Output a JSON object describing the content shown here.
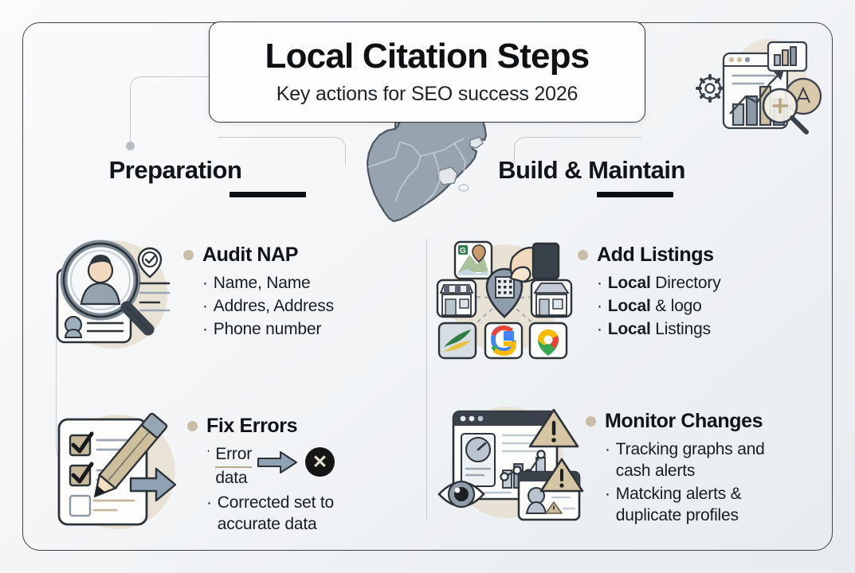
{
  "title": {
    "main": "Local Citation Steps",
    "sub": "Key actions for SEO success 2026"
  },
  "colors": {
    "accent_bullet": "#c9bda8",
    "heading_rule": "#0d1013",
    "frame_border": "#3b4147",
    "connector": "#c3c8ce",
    "map_fill": "#8f9ca8",
    "x_badge_bg": "#151515"
  },
  "icons": {
    "hero": "analytics-growth-icon",
    "audit": "id-card-magnifier-icon",
    "fix": "checklist-pencil-arrow-icon",
    "add": "hand-map-pin-listings-icon",
    "monitor": "dashboard-eye-alerts-icon",
    "map": "south-africa-map-icon",
    "x_badge": "error-x-icon",
    "inline_arrow": "right-arrow-icon"
  },
  "columns": [
    {
      "id": "preparation",
      "heading": "Preparation",
      "items": [
        {
          "id": "audit-nap",
          "title": "Audit NAP",
          "bullets": [
            "Name, Name",
            "Addres, Address",
            "Phone number"
          ]
        },
        {
          "id": "fix-errors",
          "title": "Fix Errors",
          "bullets": [
            "Error data",
            "Corrected set to accurate data"
          ],
          "bullet_parts": {
            "error_word": "Error",
            "data_word": "data",
            "x_mark": "✕"
          }
        }
      ]
    },
    {
      "id": "build-maintain",
      "heading": "Build & Maintain",
      "items": [
        {
          "id": "add-listings",
          "title": "Add Listings",
          "bullets": [
            "Local Directory",
            "Local & logo",
            "Local Listings"
          ],
          "bullet_parts": [
            {
              "strong": "Local",
              "rest": " Directory"
            },
            {
              "strong": "Local",
              "rest": " & logo"
            },
            {
              "strong": "Local",
              "rest": " Listings"
            }
          ]
        },
        {
          "id": "monitor-changes",
          "title": "Monitor Changes",
          "bullets": [
            "Tracking graphs and cash alerts",
            "Matcking alerts & duplicate profiles"
          ],
          "bullet_lines": [
            [
              "Tracking graphs",
              "and cash alerts"
            ],
            [
              "Matcking alerts &",
              "duplicate profiles"
            ]
          ]
        }
      ]
    }
  ]
}
